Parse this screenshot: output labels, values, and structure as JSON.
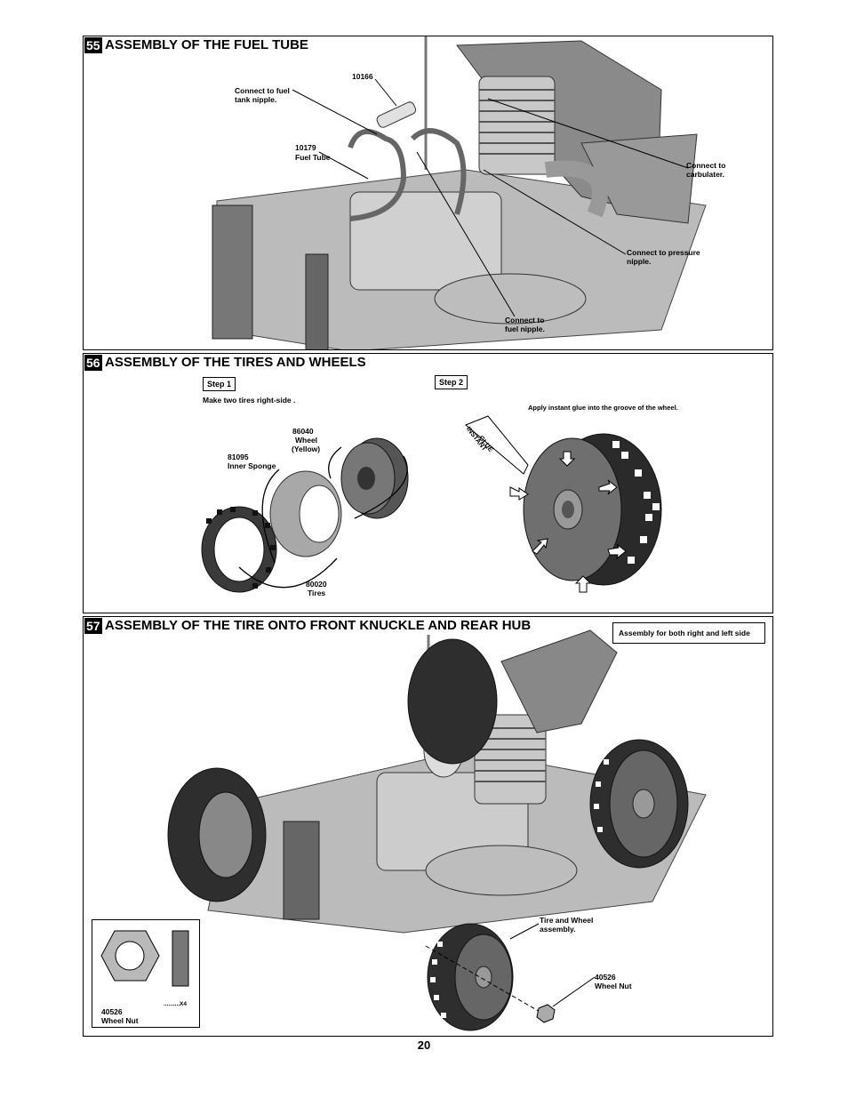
{
  "page_number": "20",
  "step55": {
    "number": "55",
    "title": "ASSEMBLY OF THE FUEL TUBE",
    "labels": {
      "fuel_tank_nipple": "Connect to fuel tank nipple.",
      "part_10166": "10166",
      "part_10179": "10179",
      "fuel_tube": "Fuel Tube",
      "carbulater": "Connect to carbulater.",
      "pressure_nipple": "Connect to pressure nipple.",
      "fuel_nipple": "Connect to fuel nipple."
    }
  },
  "step56": {
    "number": "56",
    "title": "ASSEMBLY OF THE TIRES AND WHEELS",
    "step1": "Step 1",
    "step1_note": "Make two tires right-side .",
    "step2": "Step 2",
    "step2_note": "Apply instant glue into the groove of the wheel.",
    "wheel_part": "86040",
    "wheel_name": "Wheel",
    "wheel_color": "(Yellow)",
    "sponge_part": "81095",
    "sponge_name": "Inner Sponge",
    "tire_part": "80020",
    "tire_name": "Tires",
    "glue_label_1": "INSTANT",
    "glue_label_2": "GLUE"
  },
  "step57": {
    "number": "57",
    "title": "ASSEMBLY OF THE TIRE ONTO FRONT KNUCKLE AND REAR HUB",
    "note": "Assembly for both right and left side",
    "tire_wheel": "Tire and Wheel assembly.",
    "nut_part": "40526",
    "nut_name": "Wheel Nut",
    "inset_qty": "..........X4",
    "inset_part": "40526",
    "inset_name": "Wheel Nut"
  }
}
